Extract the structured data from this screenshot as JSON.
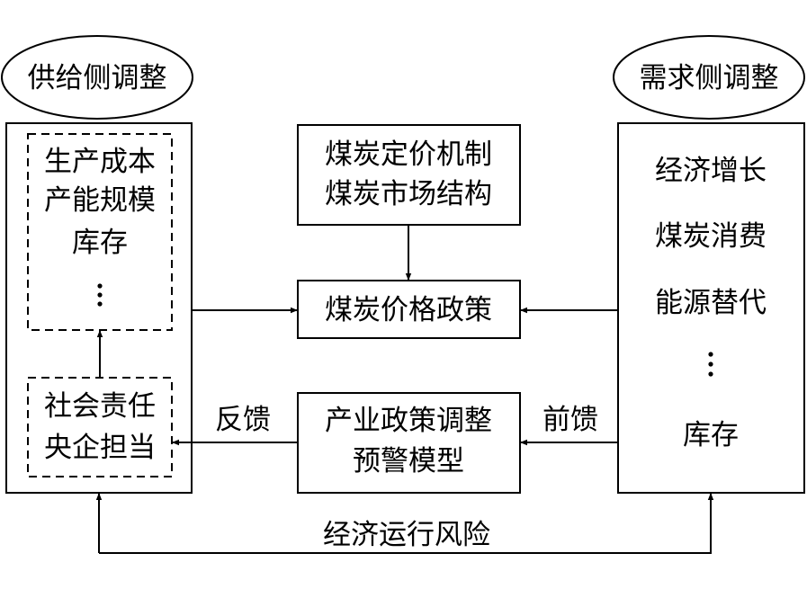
{
  "ellipses": {
    "supply": "供给侧调整",
    "demand": "需求侧调整"
  },
  "supply_box": {
    "top_group": [
      "生产成本",
      "产能规模",
      "库存"
    ],
    "bottom_group": [
      "社会责任",
      "央企担当"
    ]
  },
  "center": {
    "mechanism": [
      "煤炭定价机制",
      "煤炭市场结构"
    ],
    "price_policy": "煤炭价格政策",
    "warning_model": [
      "产业政策调整",
      "预警模型"
    ]
  },
  "demand_box": {
    "items": [
      "经济增长",
      "煤炭消费",
      "能源替代",
      "库存"
    ]
  },
  "arrow_labels": {
    "feedback": "反馈",
    "feedforward": "前馈",
    "bottom": "经济运行风险"
  },
  "ellipsis_glyph": "⋮"
}
